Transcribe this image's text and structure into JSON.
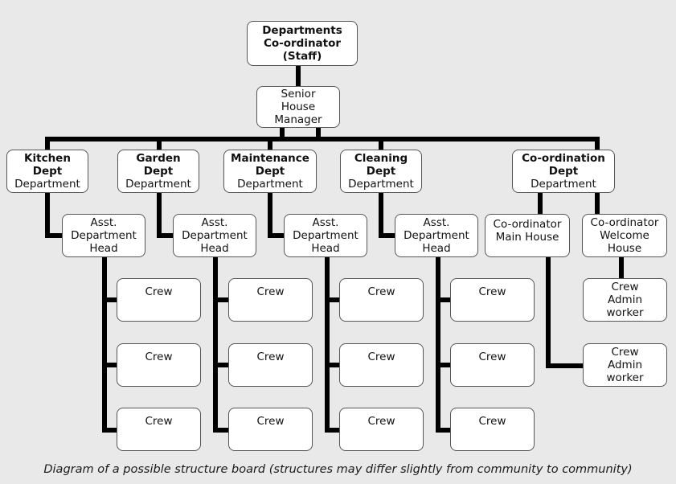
{
  "coordinator": {
    "line1": "Departments",
    "line2": "Co-ordinator",
    "line3": "(Staff)"
  },
  "manager": {
    "line1": "Senior",
    "line2": "House",
    "line3": "Manager"
  },
  "departments": [
    {
      "name1": "Kitchen",
      "name2": "Dept",
      "sub": "Department"
    },
    {
      "name1": "Garden",
      "name2": "Dept",
      "sub": "Department"
    },
    {
      "name1": "Maintenance",
      "name2": "Dept",
      "sub": "Department"
    },
    {
      "name1": "Cleaning",
      "name2": "Dept",
      "sub": "Department"
    },
    {
      "name1": "Co-ordination",
      "name2": "Dept",
      "sub": "Department"
    }
  ],
  "assistant": {
    "line1": "Asst.",
    "line2": "Department",
    "line3": "Head"
  },
  "crew_label": "Crew",
  "coord_main": {
    "line1": "Co-ordinator",
    "line2": "Main House"
  },
  "coord_welcome": {
    "line1": "Co-ordinator",
    "line2": "Welcome",
    "line3": "House"
  },
  "crew_admin": {
    "line1": "Crew",
    "line2": "Admin",
    "line3": "worker"
  },
  "caption": "Diagram of a possible structure board (structures may differ slightly from community to community)"
}
